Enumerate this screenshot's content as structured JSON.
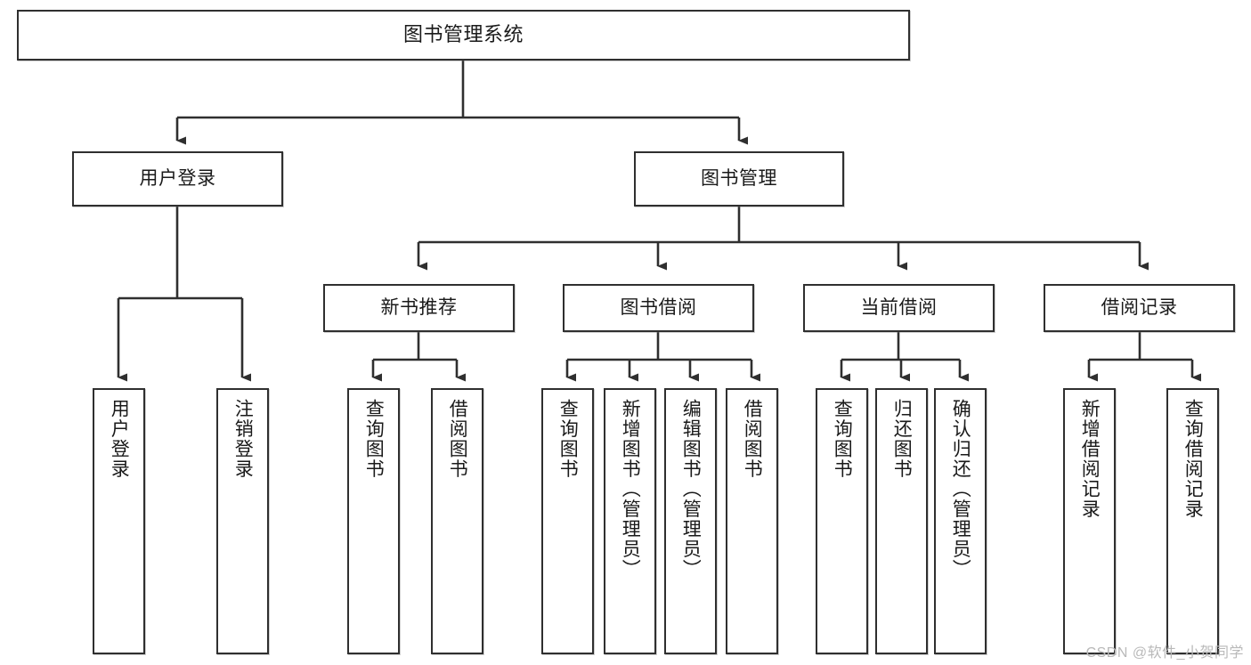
{
  "diagram": {
    "title": "图书管理系统",
    "type": "tree-hierarchy-chart",
    "colors": {
      "box_border": "#2f2f2f",
      "box_fill": "#ffffff",
      "edge": "#2f2f2f",
      "background": "#ffffff",
      "watermark": "#b9b9b9"
    },
    "watermark": "CSDN @软件_小贺同学",
    "nodes": {
      "root": {
        "label": "图书管理系统"
      },
      "level2": [
        {
          "label": "用户登录"
        },
        {
          "label": "图书管理"
        }
      ],
      "level3": [
        {
          "label": "新书推荐"
        },
        {
          "label": "图书借阅"
        },
        {
          "label": "当前借阅"
        },
        {
          "label": "借阅记录"
        }
      ],
      "leaves": {
        "user_login": [
          {
            "label": "用户登录"
          },
          {
            "label": "注销登录"
          }
        ],
        "new_book_recommend": [
          {
            "label": "查询图书"
          },
          {
            "label": "借阅图书"
          }
        ],
        "book_borrow": [
          {
            "label": "查询图书"
          },
          {
            "label": "新增图书（管理员）"
          },
          {
            "label": "编辑图书（管理员）"
          },
          {
            "label": "借阅图书"
          }
        ],
        "current_borrow": [
          {
            "label": "查询图书"
          },
          {
            "label": "归还图书"
          },
          {
            "label": "确认归还（管理员）"
          }
        ],
        "borrow_record": [
          {
            "label": "新增借阅记录"
          },
          {
            "label": "查询借阅记录"
          }
        ]
      }
    }
  }
}
